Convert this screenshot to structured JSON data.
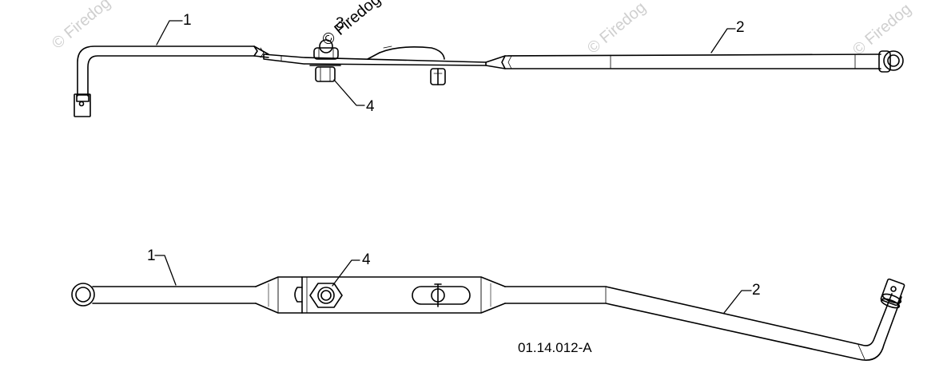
{
  "diagram": {
    "reference_code": "01.14.012-A",
    "watermark_text": "© Firedog",
    "callouts": {
      "top_1": "1",
      "top_2": "2",
      "top_3": "3",
      "top_4": "4",
      "bottom_1": "1",
      "bottom_2": "2",
      "bottom_4": "4"
    },
    "line_color": "#000000",
    "watermark_color": "#cfcfcf"
  }
}
